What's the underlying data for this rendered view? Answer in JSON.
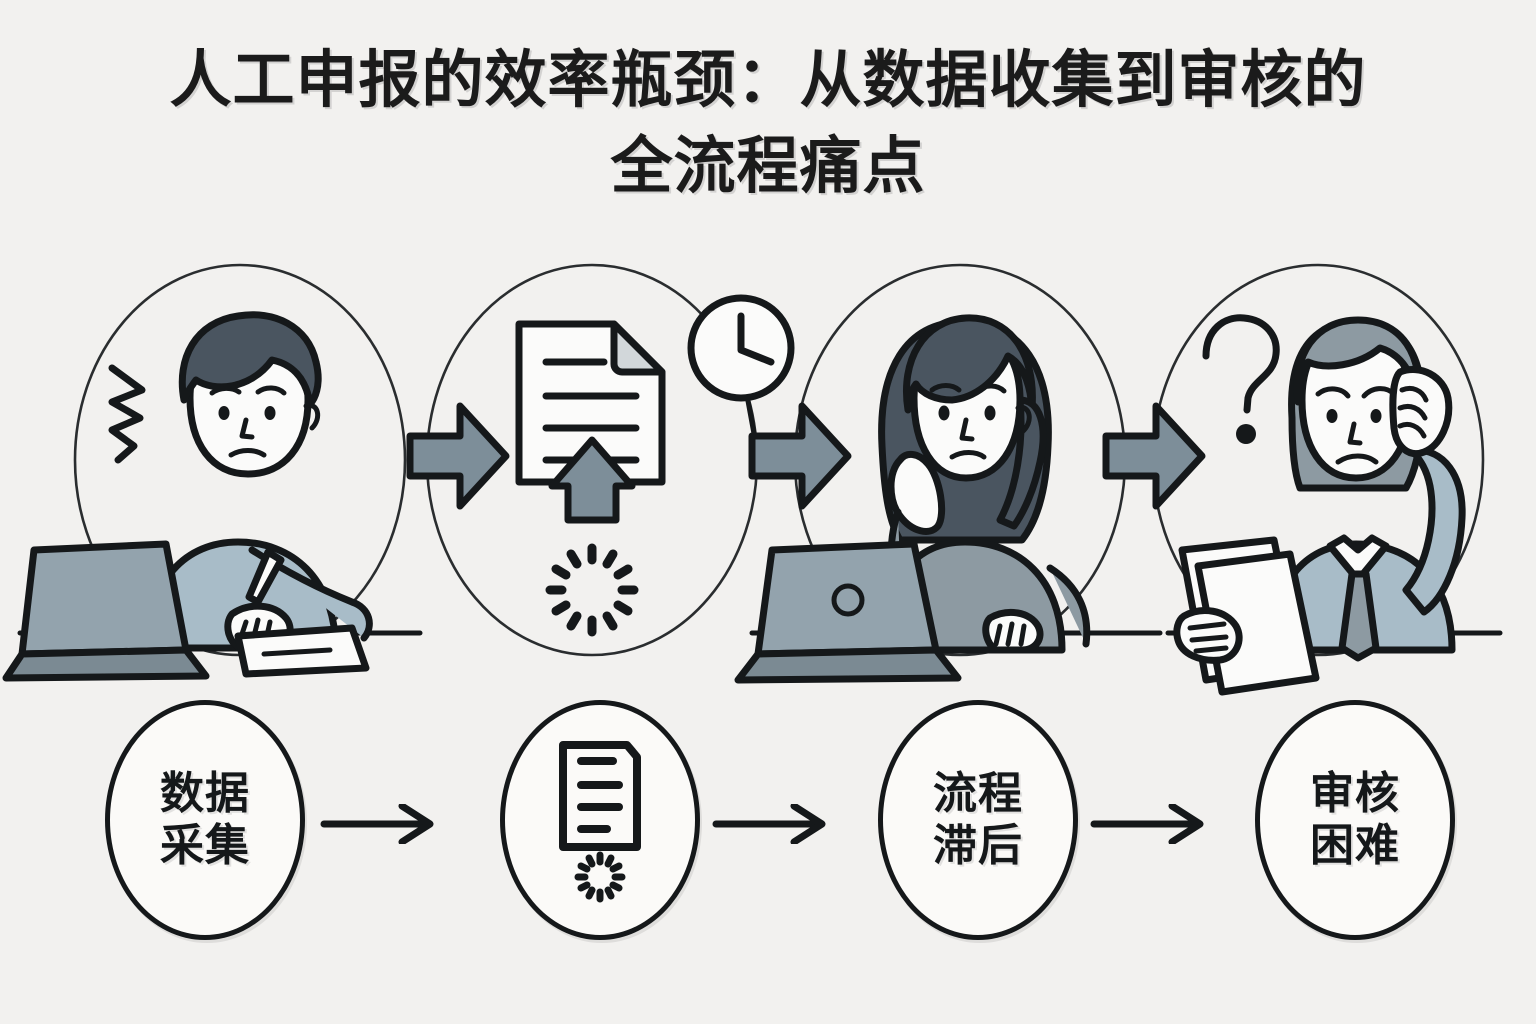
{
  "title": {
    "line1": "人工申报的效率瓶颈：从数据收集到审核的",
    "line2": "全流程痛点",
    "full": "人工申报的效率瓶颈：从数据收集到审核的全流程痛点"
  },
  "colors": {
    "background": "#f2f1ef",
    "ink": "#15181a",
    "accent_arrow": "#7d8e99",
    "skin": "#fbfbfa",
    "shirt_light": "#a8bcc8",
    "sweater_gray": "#8d9aa2",
    "hair_dark": "#4a5560",
    "laptop": "#93a3ad",
    "laptop_dark": "#7b8a93",
    "paper": "#fdfdfc"
  },
  "scenes": [
    {
      "id": "scene-data-entry",
      "name": "manual-data-entry",
      "icon": "frustrated-person-typing-icon",
      "annotation_icon": "stress-squiggle-icon",
      "description": "人工录入数据的员工"
    },
    {
      "id": "scene-upload",
      "name": "document-upload",
      "icon": "document-upload-icon",
      "annotation_icon": "clock-icon",
      "spinner_icon": "loading-spinner-icon",
      "description": "表单上传等待"
    },
    {
      "id": "scene-waiting",
      "name": "process-waiting",
      "icon": "bored-person-waiting-icon",
      "description": "流程等待中的员工"
    },
    {
      "id": "scene-review",
      "name": "audit-confusion",
      "icon": "confused-reviewer-icon",
      "annotation_icon": "question-mark-icon",
      "description": "审核人员困惑"
    }
  ],
  "flow": {
    "arrow_icon": "right-arrow-icon",
    "nodes": [
      {
        "id": "node-collect",
        "label_line1": "数据",
        "label_line2": "采集",
        "icon": null
      },
      {
        "id": "node-submit",
        "label_line1": "",
        "label_line2": "",
        "icon": "document-spinner-icon"
      },
      {
        "id": "node-lag",
        "label_line1": "流程",
        "label_line2": "滞后",
        "icon": null
      },
      {
        "id": "node-audit",
        "label_line1": "审核",
        "label_line2": "困难",
        "icon": null
      }
    ]
  }
}
